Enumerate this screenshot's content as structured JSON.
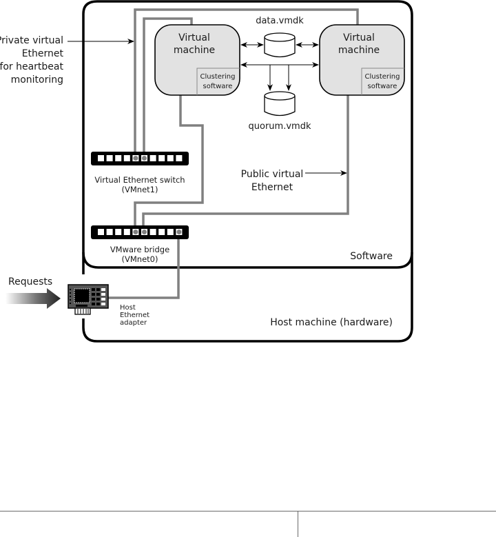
{
  "diagram": {
    "title": "VMware clustering with shared virtual disks",
    "containers": {
      "software_label": "Software",
      "host_label": "Host machine (hardware)"
    },
    "virtual_machines": [
      {
        "title_line1": "Virtual",
        "title_line2": "machine",
        "sub_line1": "Clustering",
        "sub_line2": "software"
      },
      {
        "title_line1": "Virtual",
        "title_line2": "machine",
        "sub_line1": "Clustering",
        "sub_line2": "software"
      }
    ],
    "disks": {
      "data": "data.vmdk",
      "quorum": "quorum.vmdk"
    },
    "switches": {
      "vmnet1_line1": "Virtual Ethernet switch",
      "vmnet1_line2": "(VMnet1)",
      "vmnet0_line1": "VMware bridge",
      "vmnet0_line2": "(VMnet0)",
      "port_count": 10
    },
    "annotations": {
      "private_line1": "Private virtual",
      "private_line2": "Ethernet",
      "private_line3": "for heartbeat",
      "private_line4": "monitoring",
      "public_line1": "Public virtual",
      "public_line2": "Ethernet",
      "requests": "Requests"
    },
    "adapter": {
      "line1": "Host",
      "line2": "Ethernet",
      "line3": "adapter"
    },
    "colors": {
      "vm_fill": "#e2e2e2",
      "network_line": "#808080",
      "border": "#000000"
    }
  }
}
